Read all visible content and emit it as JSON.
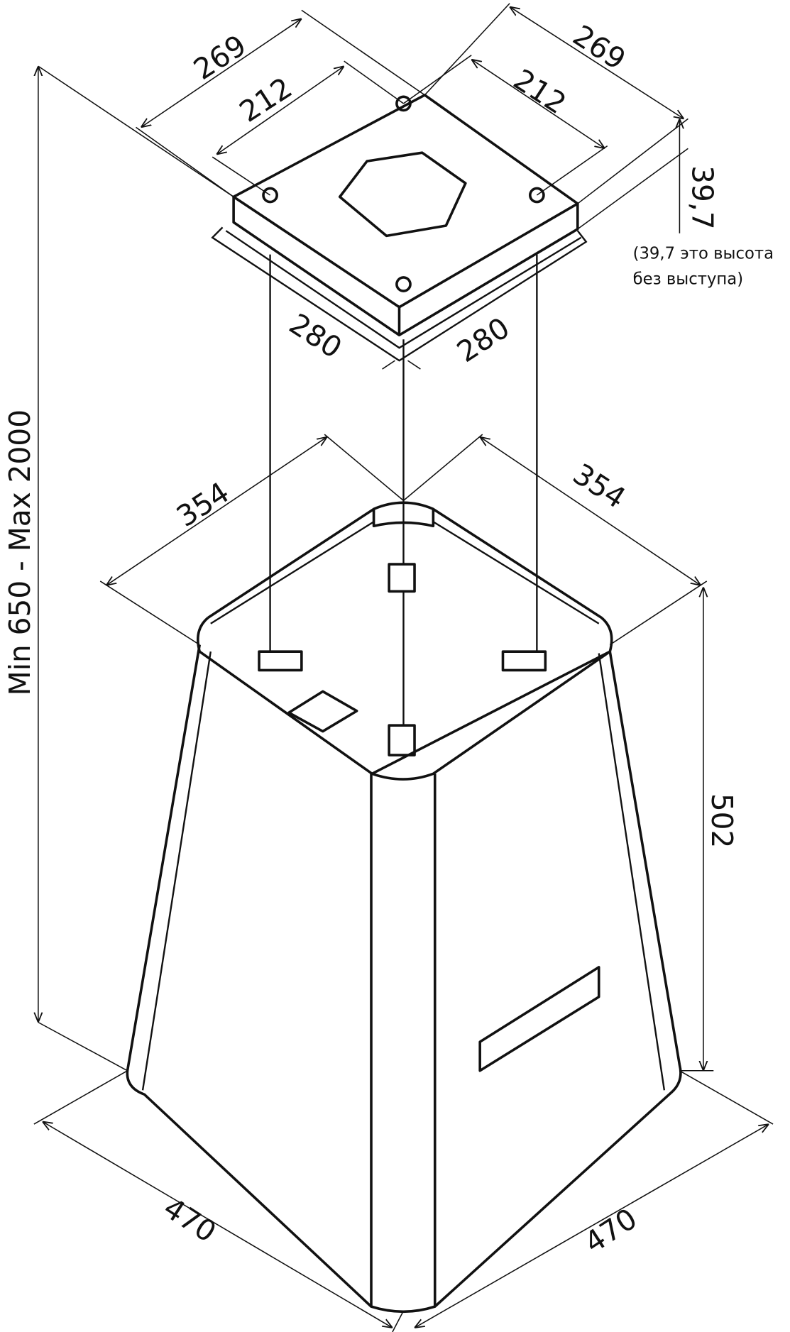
{
  "drawing": {
    "title": "Island cooker hood dimensional drawing",
    "dimensions": {
      "plate_width_left": "269",
      "plate_width_right": "269",
      "hole_spacing_left": "212",
      "hole_spacing_right": "212",
      "plate_height": "39,7",
      "flange_left": "280",
      "flange_right": "280",
      "hood_top_left": "354",
      "hood_top_right": "354",
      "hood_height": "502",
      "hood_bottom_left": "470",
      "hood_bottom_right": "470",
      "total_height": "Min 650 - Max 2000"
    },
    "note": {
      "line1": "(39,7 это высота",
      "line2": "без выступа)"
    },
    "colors": {
      "line": "#111111",
      "background": "#ffffff"
    }
  }
}
